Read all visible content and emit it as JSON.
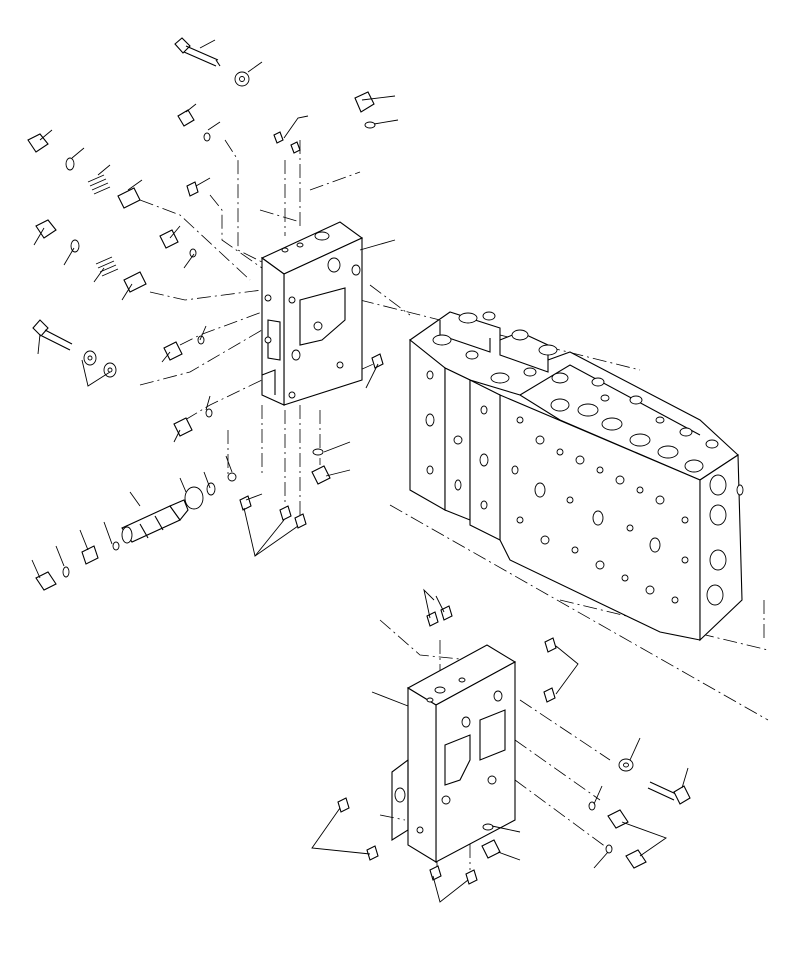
{
  "figure": {
    "kind": "exploded-parts-diagram",
    "line_color": "#000000",
    "background": "#ffffff",
    "callout_numbers_visible": false
  },
  "parts": [
    {
      "id": "main-valve-body",
      "icon": "valve-block-icon"
    },
    {
      "id": "valve-section-upper",
      "icon": "valve-section-icon"
    },
    {
      "id": "valve-section-lower",
      "icon": "valve-section-icon"
    },
    {
      "id": "spool-assembly",
      "icon": "spool-icon"
    },
    {
      "id": "long-bolt-top",
      "icon": "bolt-icon"
    },
    {
      "id": "long-bolt-left",
      "icon": "bolt-icon"
    },
    {
      "id": "long-bolt-right",
      "icon": "bolt-icon"
    },
    {
      "id": "springs",
      "icon": "spring-icon"
    },
    {
      "id": "plugs",
      "icon": "plug-icon"
    },
    {
      "id": "o-rings",
      "icon": "o-ring-icon"
    },
    {
      "id": "washers",
      "icon": "washer-icon"
    },
    {
      "id": "set-screws",
      "icon": "set-screw-icon"
    }
  ]
}
